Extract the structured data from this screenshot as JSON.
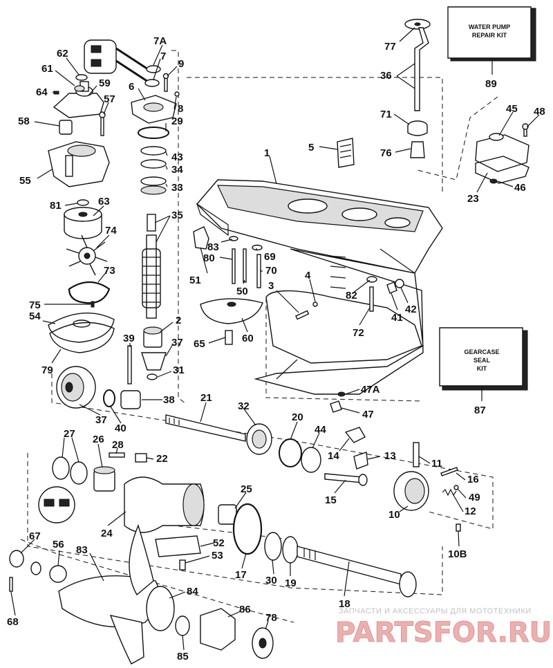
{
  "kits": {
    "water_pump": {
      "line1": "WATER PUMP",
      "line2": "REPAIR KIT",
      "ref": "89"
    },
    "gearcase_seal": {
      "line1": "GEARCASE",
      "line2": "SEAL",
      "line3": "KIT",
      "ref": "87"
    }
  },
  "labels": [
    {
      "id": "p1",
      "text": "1"
    },
    {
      "id": "p2",
      "text": "2"
    },
    {
      "id": "p3",
      "text": "3"
    },
    {
      "id": "p4",
      "text": "4"
    },
    {
      "id": "p5",
      "text": "5"
    },
    {
      "id": "p6",
      "text": "6"
    },
    {
      "id": "p7",
      "text": "7"
    },
    {
      "id": "p7a",
      "text": "7A"
    },
    {
      "id": "p8",
      "text": "8"
    },
    {
      "id": "p9",
      "text": "9"
    },
    {
      "id": "p10",
      "text": "10"
    },
    {
      "id": "p10b",
      "text": "10B"
    },
    {
      "id": "p11",
      "text": "11"
    },
    {
      "id": "p12",
      "text": "12"
    },
    {
      "id": "p13",
      "text": "13"
    },
    {
      "id": "p14",
      "text": "14"
    },
    {
      "id": "p15",
      "text": "15"
    },
    {
      "id": "p16",
      "text": "16"
    },
    {
      "id": "p17",
      "text": "17"
    },
    {
      "id": "p18",
      "text": "18"
    },
    {
      "id": "p19",
      "text": "19"
    },
    {
      "id": "p20",
      "text": "20"
    },
    {
      "id": "p21",
      "text": "21"
    },
    {
      "id": "p22",
      "text": "22"
    },
    {
      "id": "p23",
      "text": "23"
    },
    {
      "id": "p24",
      "text": "24"
    },
    {
      "id": "p25",
      "text": "25"
    },
    {
      "id": "p26",
      "text": "26"
    },
    {
      "id": "p27",
      "text": "27"
    },
    {
      "id": "p28",
      "text": "28"
    },
    {
      "id": "p29",
      "text": "29"
    },
    {
      "id": "p30",
      "text": "30"
    },
    {
      "id": "p31",
      "text": "31"
    },
    {
      "id": "p32",
      "text": "32"
    },
    {
      "id": "p33",
      "text": "33"
    },
    {
      "id": "p34",
      "text": "34"
    },
    {
      "id": "p35",
      "text": "35"
    },
    {
      "id": "p36",
      "text": "36"
    },
    {
      "id": "p37a",
      "text": "37"
    },
    {
      "id": "p37b",
      "text": "37"
    },
    {
      "id": "p38",
      "text": "38"
    },
    {
      "id": "p39",
      "text": "39"
    },
    {
      "id": "p40",
      "text": "40"
    },
    {
      "id": "p41",
      "text": "41"
    },
    {
      "id": "p42",
      "text": "42"
    },
    {
      "id": "p43",
      "text": "43"
    },
    {
      "id": "p44",
      "text": "44"
    },
    {
      "id": "p45",
      "text": "45"
    },
    {
      "id": "p46",
      "text": "46"
    },
    {
      "id": "p47",
      "text": "47"
    },
    {
      "id": "p47a",
      "text": "47A"
    },
    {
      "id": "p48",
      "text": "48"
    },
    {
      "id": "p49",
      "text": "49"
    },
    {
      "id": "p50",
      "text": "50"
    },
    {
      "id": "p51",
      "text": "51"
    },
    {
      "id": "p52",
      "text": "52"
    },
    {
      "id": "p53",
      "text": "53"
    },
    {
      "id": "p54",
      "text": "54"
    },
    {
      "id": "p55",
      "text": "55"
    },
    {
      "id": "p56",
      "text": "56"
    },
    {
      "id": "p57",
      "text": "57"
    },
    {
      "id": "p58",
      "text": "58"
    },
    {
      "id": "p59",
      "text": "59"
    },
    {
      "id": "p60",
      "text": "60"
    },
    {
      "id": "p61",
      "text": "61"
    },
    {
      "id": "p62",
      "text": "62"
    },
    {
      "id": "p63",
      "text": "63"
    },
    {
      "id": "p64",
      "text": "64"
    },
    {
      "id": "p65",
      "text": "65"
    },
    {
      "id": "p67",
      "text": "67"
    },
    {
      "id": "p68",
      "text": "68"
    },
    {
      "id": "p69",
      "text": "69"
    },
    {
      "id": "p70",
      "text": "70"
    },
    {
      "id": "p71",
      "text": "71"
    },
    {
      "id": "p72",
      "text": "72"
    },
    {
      "id": "p73",
      "text": "73"
    },
    {
      "id": "p74",
      "text": "74"
    },
    {
      "id": "p75",
      "text": "75"
    },
    {
      "id": "p76",
      "text": "76"
    },
    {
      "id": "p77",
      "text": "77"
    },
    {
      "id": "p78",
      "text": "78"
    },
    {
      "id": "p79",
      "text": "79"
    },
    {
      "id": "p80",
      "text": "80"
    },
    {
      "id": "p81",
      "text": "81"
    },
    {
      "id": "p82",
      "text": "82"
    },
    {
      "id": "p83a",
      "text": "83"
    },
    {
      "id": "p83b",
      "text": "83"
    },
    {
      "id": "p84",
      "text": "84"
    },
    {
      "id": "p85",
      "text": "85"
    },
    {
      "id": "p86",
      "text": "86"
    },
    {
      "id": "p87",
      "text": "87"
    },
    {
      "id": "p89",
      "text": "89"
    }
  ],
  "watermark": {
    "tagline": "ЗАПЧАСТИ И АКСЕССУАРЫ ДЛЯ МОТОТЕХНИКИ",
    "brand": "PARTSFOR.RU"
  }
}
